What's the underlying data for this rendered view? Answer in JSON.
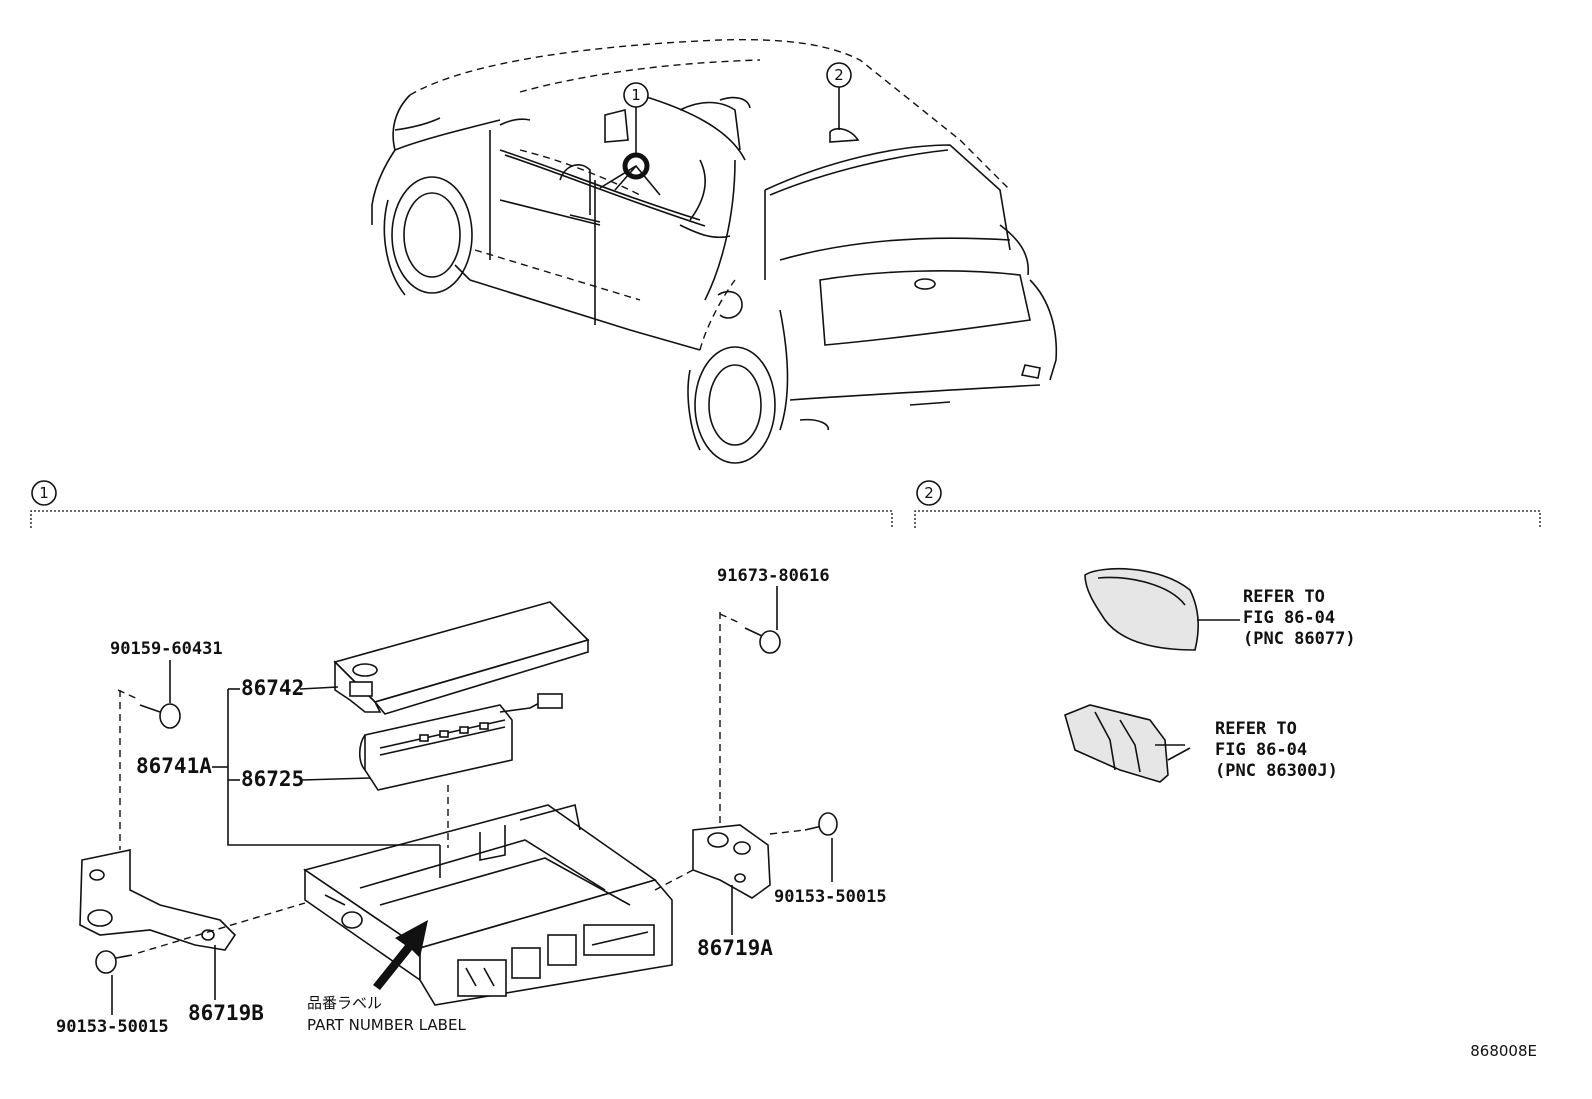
{
  "callouts": {
    "car_1": "1",
    "car_2": "2",
    "section_1": "1",
    "section_2": "2"
  },
  "parts": {
    "p86742": "86742",
    "p86741A": "86741A",
    "p86725": "86725",
    "p90159_60431": "90159-60431",
    "p91673_80616": "91673-80616",
    "p90153_50015_right": "90153-50015",
    "p86719A": "86719A",
    "p90153_50015_left": "90153-50015",
    "p86719B": "86719B"
  },
  "label_notes": {
    "japanese": "品番ラベル",
    "english": "PART NUMBER LABEL"
  },
  "refer_antenna": [
    "REFER TO",
    "FIG 86-04",
    "(PNC 86077)"
  ],
  "refer_amp": [
    "REFER TO",
    "FIG 86-04",
    "(PNC 86300J)"
  ],
  "figure_code": "868008E"
}
